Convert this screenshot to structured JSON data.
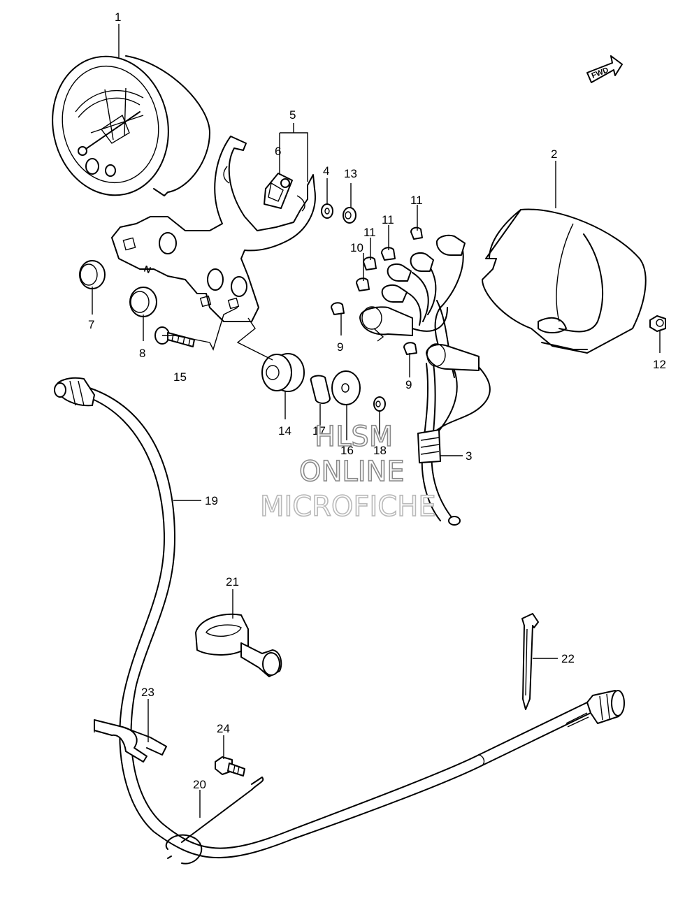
{
  "direction_label": "FWD",
  "watermark": {
    "line1": "HLSM",
    "line2": "ONLINE",
    "line3": "MICROFICHE"
  },
  "bracket_marks": {
    "neutral": "N"
  },
  "callouts": [
    {
      "id": "c1",
      "label": "1"
    },
    {
      "id": "c2",
      "label": "2"
    },
    {
      "id": "c3",
      "label": "3"
    },
    {
      "id": "c4",
      "label": "4"
    },
    {
      "id": "c5",
      "label": "5"
    },
    {
      "id": "c6",
      "label": "6"
    },
    {
      "id": "c7",
      "label": "7"
    },
    {
      "id": "c8",
      "label": "8"
    },
    {
      "id": "c9a",
      "label": "9"
    },
    {
      "id": "c9b",
      "label": "9"
    },
    {
      "id": "c10",
      "label": "10"
    },
    {
      "id": "c11a",
      "label": "11"
    },
    {
      "id": "c11b",
      "label": "11"
    },
    {
      "id": "c11c",
      "label": "11"
    },
    {
      "id": "c12",
      "label": "12"
    },
    {
      "id": "c13",
      "label": "13"
    },
    {
      "id": "c14",
      "label": "14"
    },
    {
      "id": "c15",
      "label": "15"
    },
    {
      "id": "c16",
      "label": "16"
    },
    {
      "id": "c17",
      "label": "17"
    },
    {
      "id": "c18",
      "label": "18"
    },
    {
      "id": "c19",
      "label": "19"
    },
    {
      "id": "c20",
      "label": "20"
    },
    {
      "id": "c21",
      "label": "21"
    },
    {
      "id": "c22",
      "label": "22"
    },
    {
      "id": "c23",
      "label": "23"
    },
    {
      "id": "c24",
      "label": "24"
    }
  ]
}
